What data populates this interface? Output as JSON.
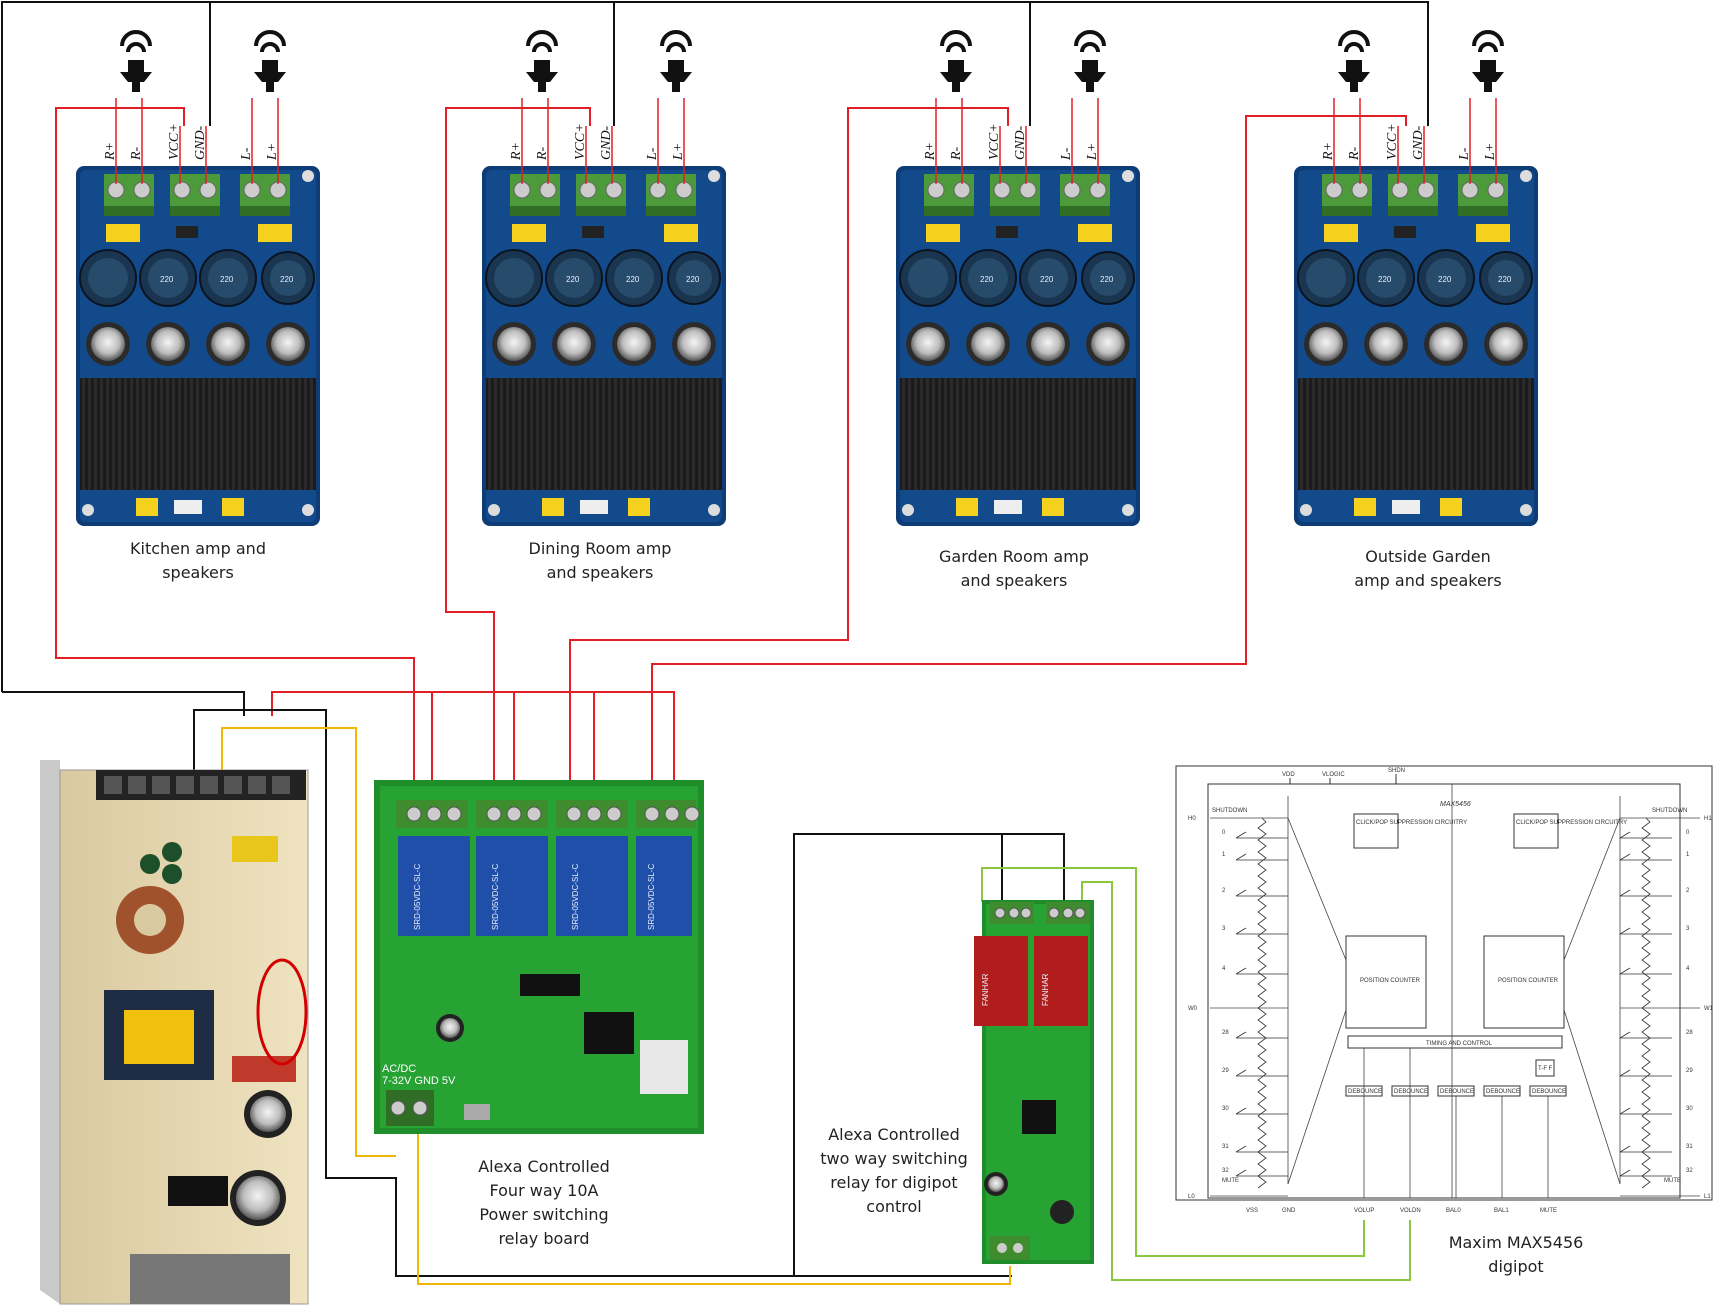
{
  "amplifiers": [
    {
      "caption": [
        "Kitchen amp and",
        "speakers"
      ],
      "pins": [
        "R+",
        "R-",
        "VCC+",
        "GND-",
        "L-",
        "L+"
      ]
    },
    {
      "caption": [
        "Dining Room amp",
        "and speakers"
      ],
      "pins": [
        "R+",
        "R-",
        "VCC+",
        "GND-",
        "L-",
        "L+"
      ]
    },
    {
      "caption": [
        "Garden Room amp",
        "and speakers"
      ],
      "pins": [
        "R+",
        "R-",
        "VCC+",
        "GND-",
        "L-",
        "L+"
      ]
    },
    {
      "caption": [
        "Outside Garden",
        "amp and speakers"
      ],
      "pins": [
        "R+",
        "R-",
        "VCC+",
        "GND-",
        "L-",
        "L+"
      ]
    }
  ],
  "capacitor_marking": "220",
  "relay4": {
    "caption": [
      "Alexa Controlled",
      "Four way 10A",
      "Power switching",
      "relay board"
    ],
    "power_label_1": "AC/DC",
    "power_label_2": "7-32V GND 5V",
    "relay_text": "SRD-05VDC-SL-C"
  },
  "relay2": {
    "caption": [
      "Alexa Controlled",
      "two way switching",
      "relay for digipot",
      "control"
    ],
    "relay_text": "FANHAR"
  },
  "digipot": {
    "caption": [
      "Maxim MAX5456",
      "digipot"
    ],
    "chip_name": "MAX5456",
    "top_pins": [
      "VDD",
      "VLOGIC",
      "SHDN"
    ],
    "bottom_pins": [
      "VSS",
      "GND",
      "VOLUP",
      "VOLDN",
      "BAL0",
      "BAL1",
      "MUTE"
    ],
    "blocks": [
      "CLICK/POP SUPPRESSION CIRCUITRY",
      "POSITION COUNTER",
      "TIMING AND CONTROL",
      "DEBOUNCE"
    ],
    "left_pins": [
      "H0",
      "W0",
      "L0"
    ],
    "right_pins": [
      "H1",
      "W1",
      "L1"
    ],
    "labels": [
      "SHUTDOWN",
      "MUTE"
    ],
    "taps": [
      "0",
      "1",
      "2",
      "3",
      "4",
      "28",
      "29",
      "30",
      "31",
      "32"
    ],
    "ff_label": "T-F F"
  },
  "wire_colors": {
    "positive": "#e31e24",
    "ground": "#111111",
    "signal_yellow": "#f2b705",
    "signal_green": "#8cc63f"
  }
}
